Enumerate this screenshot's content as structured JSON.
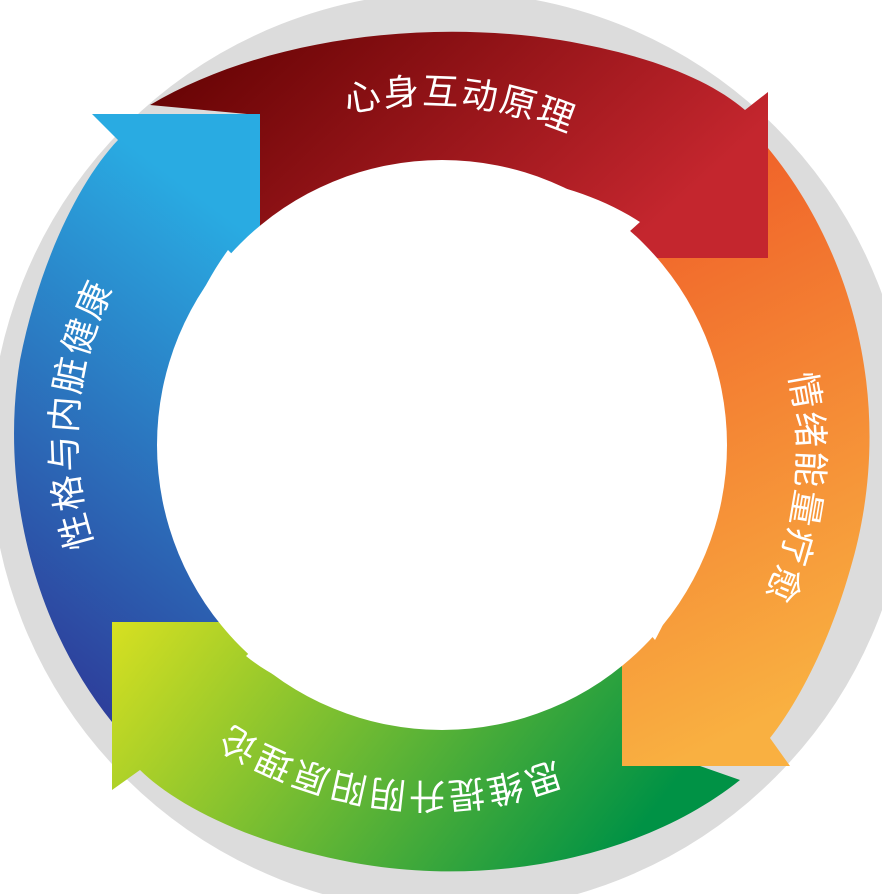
{
  "diagram": {
    "segments": [
      {
        "label": "心身互动原理",
        "color_start": "#6b0000",
        "color_end": "#c2242c"
      },
      {
        "label": "情绪能量疗愈",
        "color_start": "#f05a28",
        "color_end": "#f8ad3c"
      },
      {
        "label": "思维提升阴阳原理论",
        "color_start": "#0b8c3f",
        "color_end": "#d6e026"
      },
      {
        "label": "性格与内脏健康",
        "color_start": "#2b2a8c",
        "color_end": "#29abe2"
      }
    ],
    "center_color": "#ffffff",
    "shadow_color": "#d9d9d9"
  }
}
